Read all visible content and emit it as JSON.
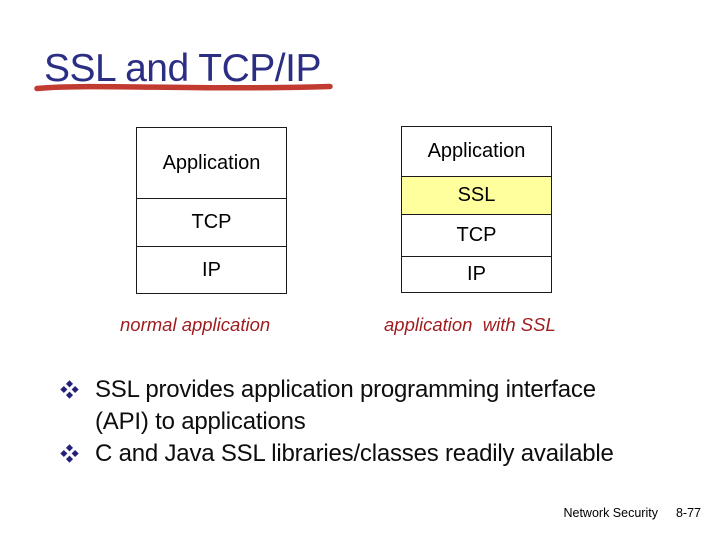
{
  "title": "SSL and TCP/IP",
  "diagrams": {
    "left": {
      "layers": [
        "Application",
        "TCP",
        "IP"
      ],
      "caption": "normal application"
    },
    "right": {
      "layers": [
        "Application",
        "SSL",
        "TCP",
        "IP"
      ],
      "highlighted_layer": "SSL",
      "caption": "application  with SSL"
    }
  },
  "bullets": [
    {
      "lines": [
        "SSL provides application programming interface",
        "(API) to applications"
      ]
    },
    {
      "lines": [
        "C and Java SSL libraries/classes readily available"
      ]
    }
  ],
  "footer": {
    "course": "Network Security",
    "page": "8-77"
  },
  "icons": {
    "bullet_marker": "four-diamond-bullet"
  },
  "colors": {
    "title": "#2B2E83",
    "underline": "#C23B30",
    "caption": "#9E1B1E",
    "bullet_marker": "#232278",
    "ssl_highlight": "#FFFF9E",
    "stack_border": "#1a1a1a",
    "body_text": "#0d0d0d"
  }
}
